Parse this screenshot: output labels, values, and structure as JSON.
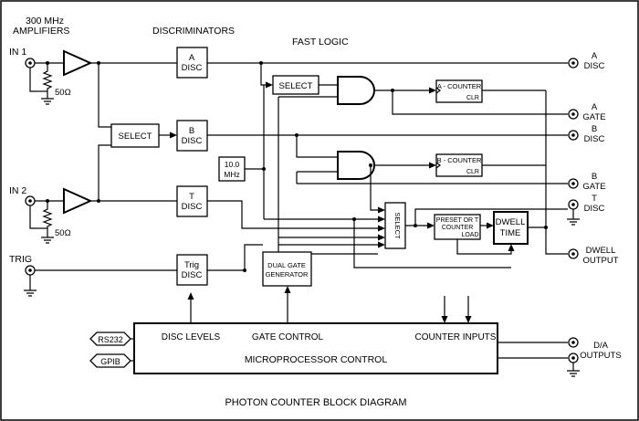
{
  "title": "PHOTON COUNTER BLOCK DIAGRAM",
  "headers": {
    "amplifiers_line1": "300 MHz",
    "amplifiers_line2": "AMPLIFIERS",
    "discriminators": "DISCRIMINATORS",
    "fast_logic": "FAST LOGIC"
  },
  "inputs": {
    "in1": "IN 1",
    "in2": "IN 2",
    "trig": "TRIG",
    "r1": "50Ω",
    "r2": "50Ω"
  },
  "blocks": {
    "disc_a": [
      "A",
      "DISC"
    ],
    "disc_b": [
      "B",
      "DISC"
    ],
    "disc_t": [
      "T",
      "DISC"
    ],
    "disc_trig": [
      "Trig",
      "DISC"
    ],
    "select_left": "SELECT",
    "select_top": "SELECT",
    "clock": [
      "10.0",
      "MHz"
    ],
    "dual_gate": [
      "DUAL GATE",
      "GENERATOR"
    ],
    "counter_a": "A - COUNTER",
    "counter_a_clr": "CLR",
    "counter_b": "B - COUNTER",
    "counter_b_clr": "CLR",
    "select_vertical": "SELECT",
    "preset": [
      "PRESET OR T",
      "COUNTER",
      "LOAD"
    ],
    "dwell": [
      "DWELL",
      "TIME"
    ],
    "micro": "MICROPROCESSOR CONTROL",
    "disc_levels": "DISC LEVELS",
    "gate_control": "GATE CONTROL",
    "counter_inputs": "COUNTER INPUTS",
    "rs232": "RS232",
    "gpib": "GPIB"
  },
  "outputs": {
    "a_disc": [
      "A",
      "DISC"
    ],
    "a_gate": [
      "A",
      "GATE"
    ],
    "b_disc": [
      "B",
      "DISC"
    ],
    "b_gate": [
      "B",
      "GATE"
    ],
    "t_disc": [
      "T",
      "DISC"
    ],
    "dwell_output": [
      "DWELL",
      "OUTPUT"
    ],
    "da_outputs": [
      "D/A",
      "OUTPUTS"
    ]
  }
}
